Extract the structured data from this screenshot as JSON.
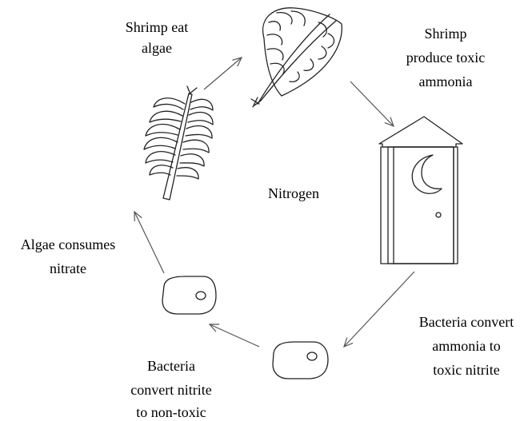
{
  "diagram": {
    "center_label": "Nitrogen",
    "steps": {
      "shrimp_eat": [
        "Shrimp eat",
        "algae"
      ],
      "shrimp_produce": [
        "Shrimp",
        "produce toxic",
        "ammonia"
      ],
      "bacteria_ammonia": [
        "Bacteria convert",
        "ammonia to",
        "toxic nitrite"
      ],
      "bacteria_nitrite": [
        "Bacteria",
        "convert nitrite",
        "to non-toxic"
      ],
      "algae_consumes": [
        "Algae consumes",
        "nitrate"
      ]
    },
    "icons": [
      "algae-plant-icon",
      "shrimp-icon",
      "outhouse-icon",
      "bacterium-icon"
    ]
  }
}
